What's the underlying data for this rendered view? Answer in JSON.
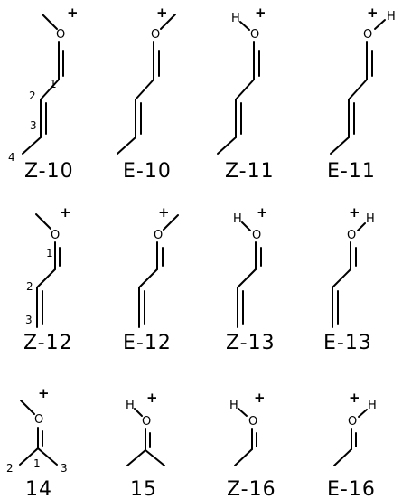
{
  "atoms": {
    "oxygen": "O",
    "hydrogen": "H",
    "plus": "+"
  },
  "numbering": [
    "1",
    "2",
    "3",
    "4"
  ],
  "labels": [
    "Z-10",
    "E-10",
    "Z-11",
    "E-11",
    "Z-12",
    "E-12",
    "Z-13",
    "E-13",
    "14",
    "15",
    "Z-16",
    "E-16"
  ]
}
